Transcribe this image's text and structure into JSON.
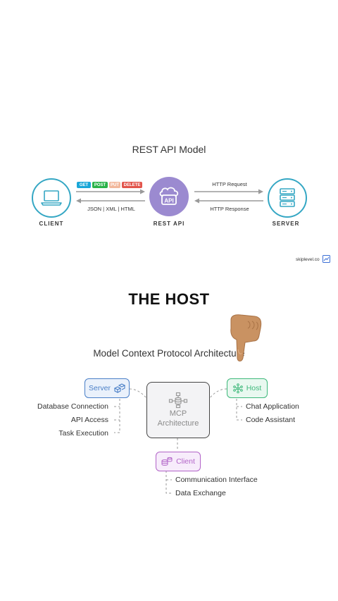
{
  "rest": {
    "title": "REST API Model",
    "client_label": "CLIENT",
    "api_label": "REST API",
    "server_label": "SERVER",
    "methods": [
      {
        "label": "GET",
        "color": "#1aa7d8"
      },
      {
        "label": "POST",
        "color": "#2bb34a"
      },
      {
        "label": "PUT",
        "color": "#f2b89c"
      },
      {
        "label": "DELETE",
        "color": "#e2544b"
      }
    ],
    "formats": "JSON | XML | HTML",
    "request": "HTTP Request",
    "response": "HTTP Response",
    "api_badge": "API",
    "brand": "skiplevel.co"
  },
  "heading": "THE HOST",
  "mcp": {
    "title": "Model Context Protocol Architecture",
    "center_line1": "MCP",
    "center_line2": "Architecture",
    "server": {
      "label": "Server",
      "items": [
        "Database Connection",
        "API Access",
        "Task Execution"
      ]
    },
    "host": {
      "label": "Host",
      "items": [
        "Chat Application",
        "Code Assistant"
      ]
    },
    "client": {
      "label": "Client",
      "items": [
        "Communication Interface",
        "Data Exchange"
      ]
    }
  },
  "colors": {
    "teal": "#35a7c4",
    "purple": "#9b8ad0",
    "server_blue": "#4a7fc7",
    "host_green": "#3db87a",
    "client_purple": "#b264c8"
  }
}
